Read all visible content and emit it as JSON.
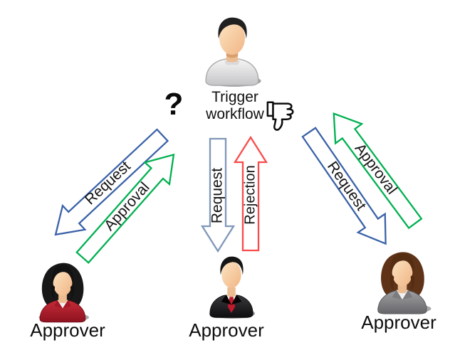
{
  "diagram": {
    "title": "approval workflow diagram",
    "trigger": {
      "line1": "Trigger",
      "line2": "workflow",
      "question_mark": "?",
      "thumbs_down_icon": "thumbs-down",
      "person_icon": "person-grey-shirt"
    },
    "arrows": {
      "left_request": {
        "label": "Request",
        "color": "#3a62a8"
      },
      "left_approval": {
        "label": "Approval",
        "color": "#00b050"
      },
      "mid_request": {
        "label": "Request",
        "color": "#8096ba"
      },
      "mid_rejection": {
        "label": "Rejection",
        "color": "#f94b4b"
      },
      "right_request": {
        "label": "Request",
        "color": "#3a62a8"
      },
      "right_approval": {
        "label": "Approval",
        "color": "#00b050"
      }
    },
    "approvers": {
      "left": {
        "label": "Approver",
        "icon": "woman-red-jacket"
      },
      "center": {
        "label": "Approver",
        "icon": "man-dark-suit"
      },
      "right": {
        "label": "Approver",
        "icon": "woman-grey-jacket"
      }
    }
  }
}
